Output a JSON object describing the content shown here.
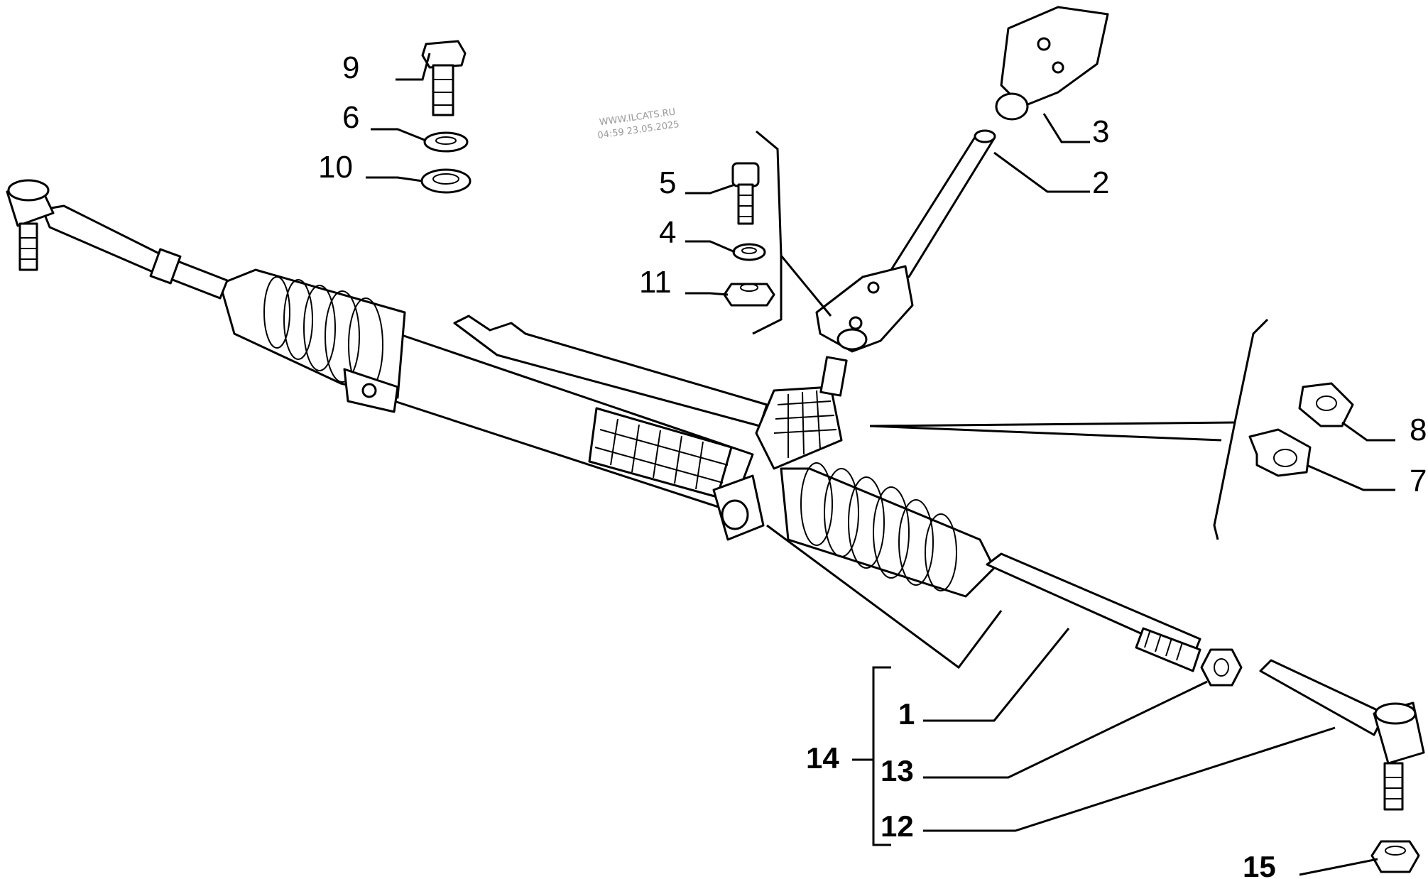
{
  "watermark": {
    "line1": "WWW.ILCATS.RU",
    "line2": "04:59 23.05.2025"
  },
  "callouts": {
    "c1": "1",
    "c2": "2",
    "c3": "3",
    "c4": "4",
    "c5": "5",
    "c6": "6",
    "c7": "7",
    "c8": "8",
    "c9": "9",
    "c10": "10",
    "c11": "11",
    "c12": "12",
    "c13": "13",
    "c14": "14",
    "c15": "15"
  },
  "colors": {
    "ink": "#000000",
    "paper": "#ffffff",
    "watermark": "#9a9a9a"
  }
}
